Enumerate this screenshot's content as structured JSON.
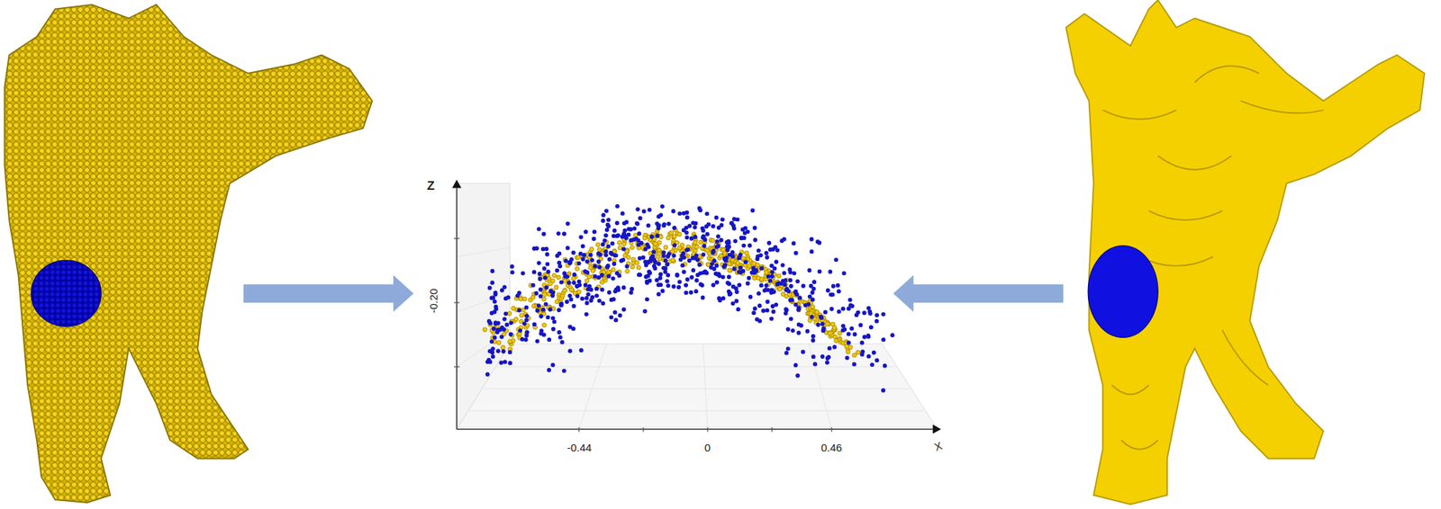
{
  "diagram": {
    "labels": [
      "Z",
      "-0.20",
      "-0.44",
      "0",
      "0.46",
      "X"
    ]
  }
}
